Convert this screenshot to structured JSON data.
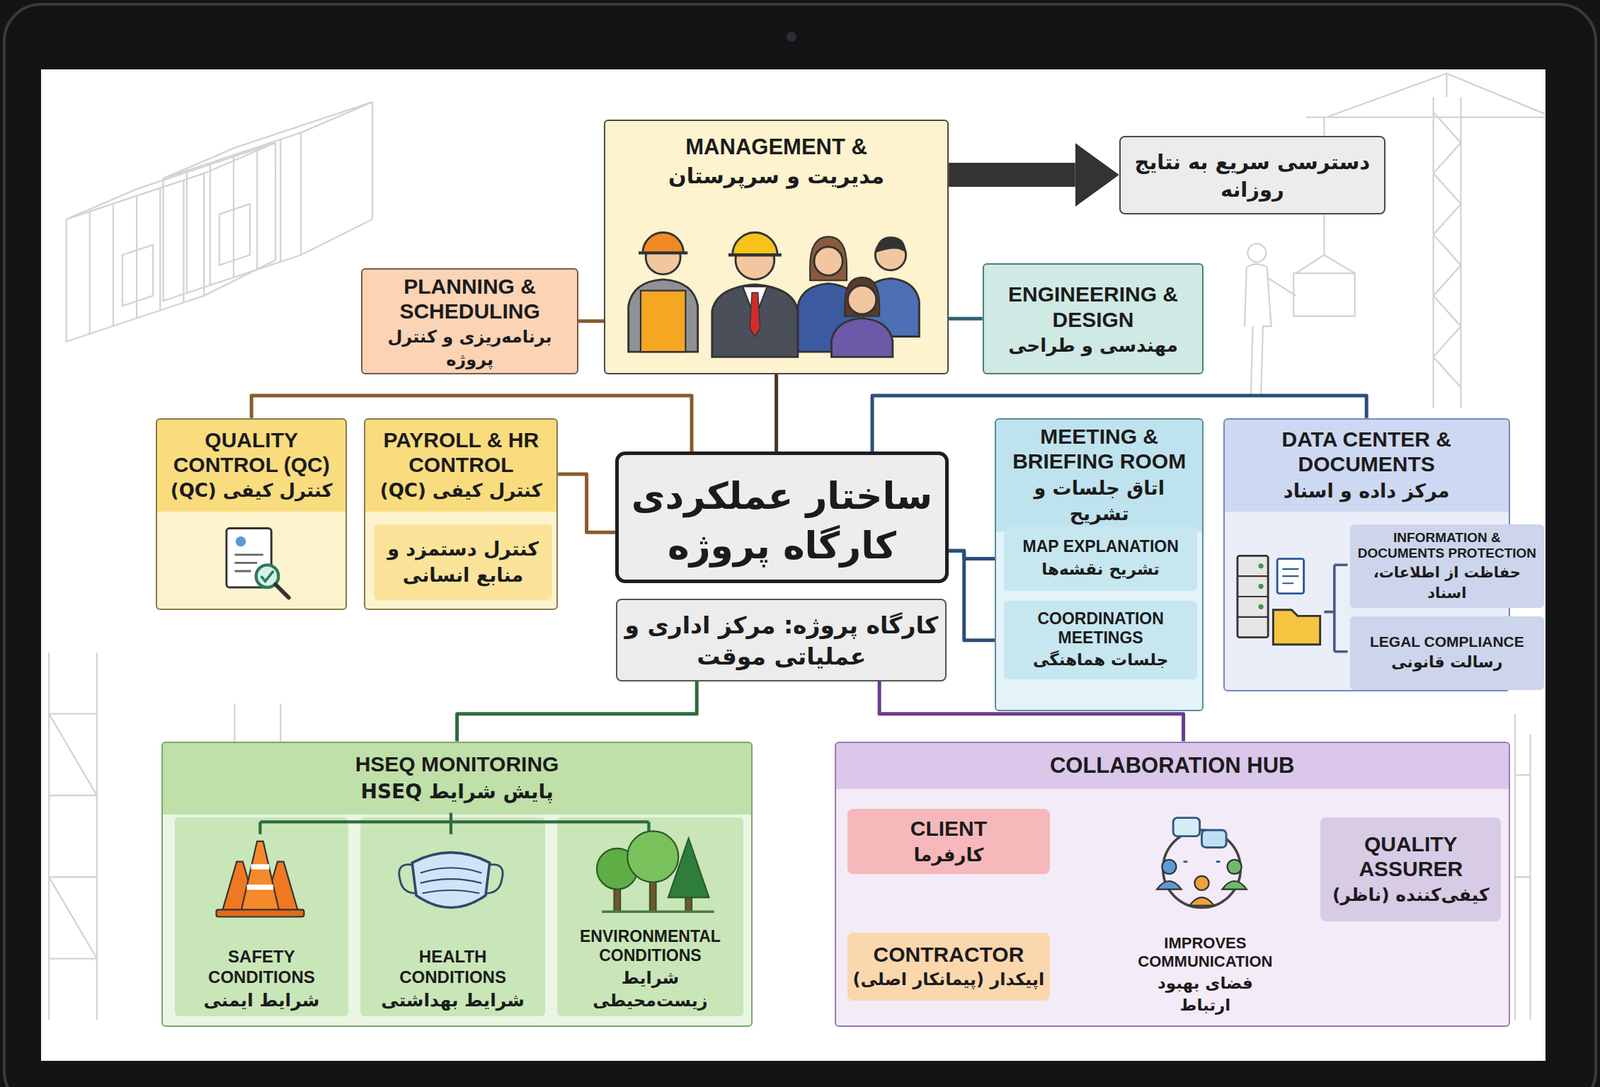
{
  "diagram": {
    "nodes": [
      {
        "text": [
          "MANAGEMENT &",
          "مدیریت و سرپرستان"
        ]
      },
      {
        "text": [
          "دسترسی سریع به نتایج روزانه"
        ]
      },
      {
        "text": [
          "PLANNING & SCHEDULING",
          "برنامه‌ریزی و کنترل پروژه"
        ]
      },
      {
        "text": [
          "ENGINEERING & DESIGN",
          "مهندسی و طراحی"
        ]
      },
      {
        "text": [
          "QUALITY CONTROL (QC)",
          "کنترل کیفی (QC)"
        ]
      },
      {
        "text": [
          "PAYROLL & HR CONTROL",
          "کنترل کیفی (QC)"
        ]
      },
      {
        "text": [
          "کنترل دستمزد و منابع انسانی"
        ],
        "in": 5
      },
      {
        "text": [
          "ساختار عملکردی کارگاه پروژه"
        ]
      },
      {
        "text": [
          "کارگاه پروژه: مرکز اداری و عملیاتی موقت"
        ]
      },
      {
        "text": [
          "MEETING & BRIEFING ROOM",
          "اتاق جلسات و تشریح"
        ]
      },
      {
        "text": [
          "MAP EXPLANATION",
          "تشریح نقشه‌ها"
        ],
        "in": 9
      },
      {
        "text": [
          "COORDINATION MEETINGS",
          "جلسات هماهنگی"
        ],
        "in": 9
      },
      {
        "text": [
          "DATA CENTER & DOCUMENTS",
          "مرکز داده و اسناد"
        ]
      },
      {
        "text": [
          "INFORMATION & DOCUMENTS PROTECTION",
          "حفاظت از اطلاعات، اسناد"
        ],
        "in": 12
      },
      {
        "text": [
          "LEGAL COMPLIANCE",
          "رسالت قانونی"
        ],
        "in": 12
      },
      {
        "text": [
          "HSEQ MONITORING",
          "پایش شرایط HSEQ"
        ]
      },
      {
        "text": [
          "SAFETY CONDITIONS",
          "شرایط ایمنی"
        ],
        "in": 15
      },
      {
        "text": [
          "HEALTH CONDITIONS",
          "شرایط بهداشتی"
        ],
        "in": 15
      },
      {
        "text": [
          "ENVIRONMENTAL CONDITIONS",
          "شرایط زیست‌محیطی"
        ],
        "in": 15
      },
      {
        "text": [
          "COLLABORATION HUB"
        ]
      },
      {
        "text": [
          "CLIENT",
          "کارفرما"
        ],
        "in": 19
      },
      {
        "text": [
          "CONTRACTOR",
          "اپیکدار (پیمانکار اصلی)"
        ],
        "in": 19
      },
      {
        "text": [
          "IMPROVES COMMUNICATION",
          "فضای بهبود ارتباط"
        ],
        "in": 19
      },
      {
        "text": [
          "QUALITY ASSURER",
          "کیفی‌کننده (ناظر)"
        ],
        "in": 19
      }
    ],
    "edges": [
      {
        "from": 0,
        "to": 1,
        "arrow": "to"
      },
      {
        "from": 2,
        "to": 0,
        "arrow": "none"
      },
      {
        "from": 3,
        "to": 0,
        "arrow": "none"
      },
      {
        "from": 0,
        "to": 7,
        "arrow": "none"
      },
      {
        "from": 7,
        "to": 4,
        "arrow": "none"
      },
      {
        "from": 7,
        "to": 5,
        "arrow": "none"
      },
      {
        "from": 7,
        "to": 10,
        "arrow": "none"
      },
      {
        "from": 7,
        "to": 11,
        "arrow": "none"
      },
      {
        "from": 7,
        "to": 12,
        "arrow": "none"
      },
      {
        "from": 8,
        "to": 15,
        "arrow": "none"
      },
      {
        "from": 8,
        "to": 19,
        "arrow": "none"
      },
      {
        "from": 20,
        "to": 22,
        "arrow": "to"
      },
      {
        "from": 21,
        "to": 22,
        "arrow": "to"
      },
      {
        "from": 23,
        "to": 22,
        "arrow": "to"
      }
    ]
  }
}
